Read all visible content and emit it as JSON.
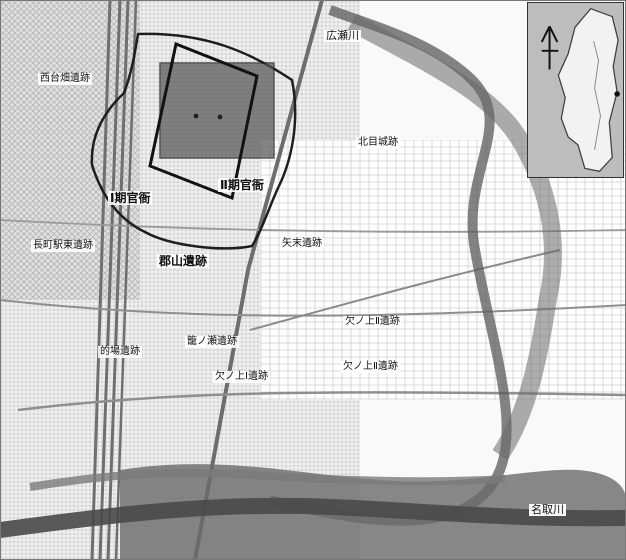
{
  "labels": {
    "hirose_river": "広瀬川",
    "nishidaihata_site": "西台畑遺跡",
    "kitamenokijo_site": "北目城跡",
    "phase2_office": "Ⅱ期官衙",
    "phase1_office": "Ⅰ期官衙",
    "nagamachi_east_site": "長町駅東遺跡",
    "yatsuki_site": "矢末遺跡",
    "koriyama_site": "郡山遺跡",
    "yanouenishi_site_2": "欠ノ上Ⅱ遺跡",
    "tsuribori_site": "的場遺跡",
    "kagonose_site": "籠ノ瀬遺跡",
    "yanoue_site_2b": "欠ノ上Ⅱ遺跡",
    "yanoue_site_1": "欠ノ上Ⅰ遺跡",
    "natori_river": "名取川"
  },
  "icons": {
    "north_arrow": "north-arrow-icon",
    "location_marker": "location-marker-icon"
  }
}
